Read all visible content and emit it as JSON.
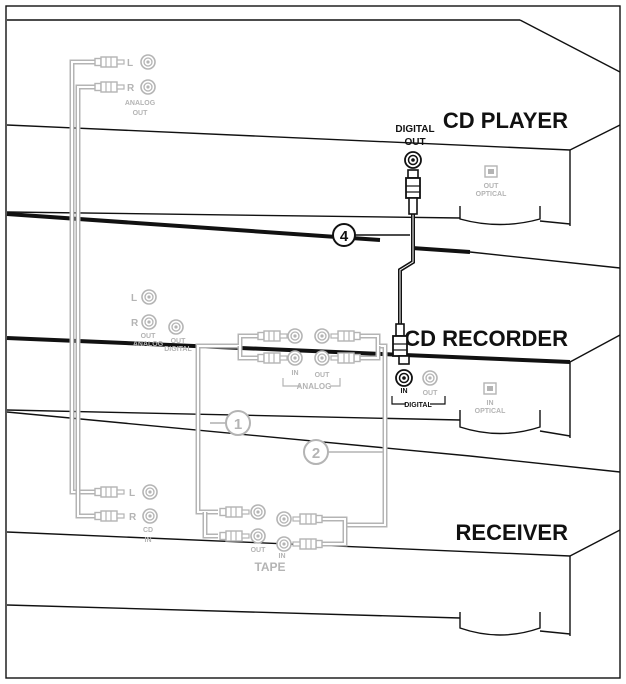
{
  "devices": {
    "cd_player": {
      "title": "CD PLAYER",
      "digital_out_line1": "DIGITAL",
      "digital_out_line2": "OUT",
      "optical_line1": "OUT",
      "optical_line2": "OPTICAL",
      "analog_l": "L",
      "analog_r": "R",
      "analog_line1": "ANALOG",
      "analog_line2": "OUT"
    },
    "cd_recorder": {
      "title": "CD RECORDER",
      "analog_l": "L",
      "analog_r": "R",
      "analog_out_line1": "OUT",
      "analog_out_line2": "ANALOG",
      "digital_out_line1": "OUT",
      "digital_out_line2": "DIGITAL",
      "analog_in": "IN",
      "analog_out": "OUT",
      "analog_group": "ANALOG",
      "digital_in": "IN",
      "digital_out": "OUT",
      "digital_group": "DIGITAL",
      "optical_line1": "IN",
      "optical_line2": "OPTICAL"
    },
    "receiver": {
      "title": "RECEIVER",
      "cd_l": "L",
      "cd_r": "R",
      "cd_line1": "CD",
      "cd_line2": "IN",
      "tape_out": "OUT",
      "tape_in": "IN",
      "tape_label": "TAPE"
    }
  },
  "callouts": {
    "c1": "1",
    "c2": "2",
    "c4": "4"
  },
  "colors": {
    "ink": "#111111",
    "gray": "#b4b4b4",
    "paper": "#ffffff"
  }
}
